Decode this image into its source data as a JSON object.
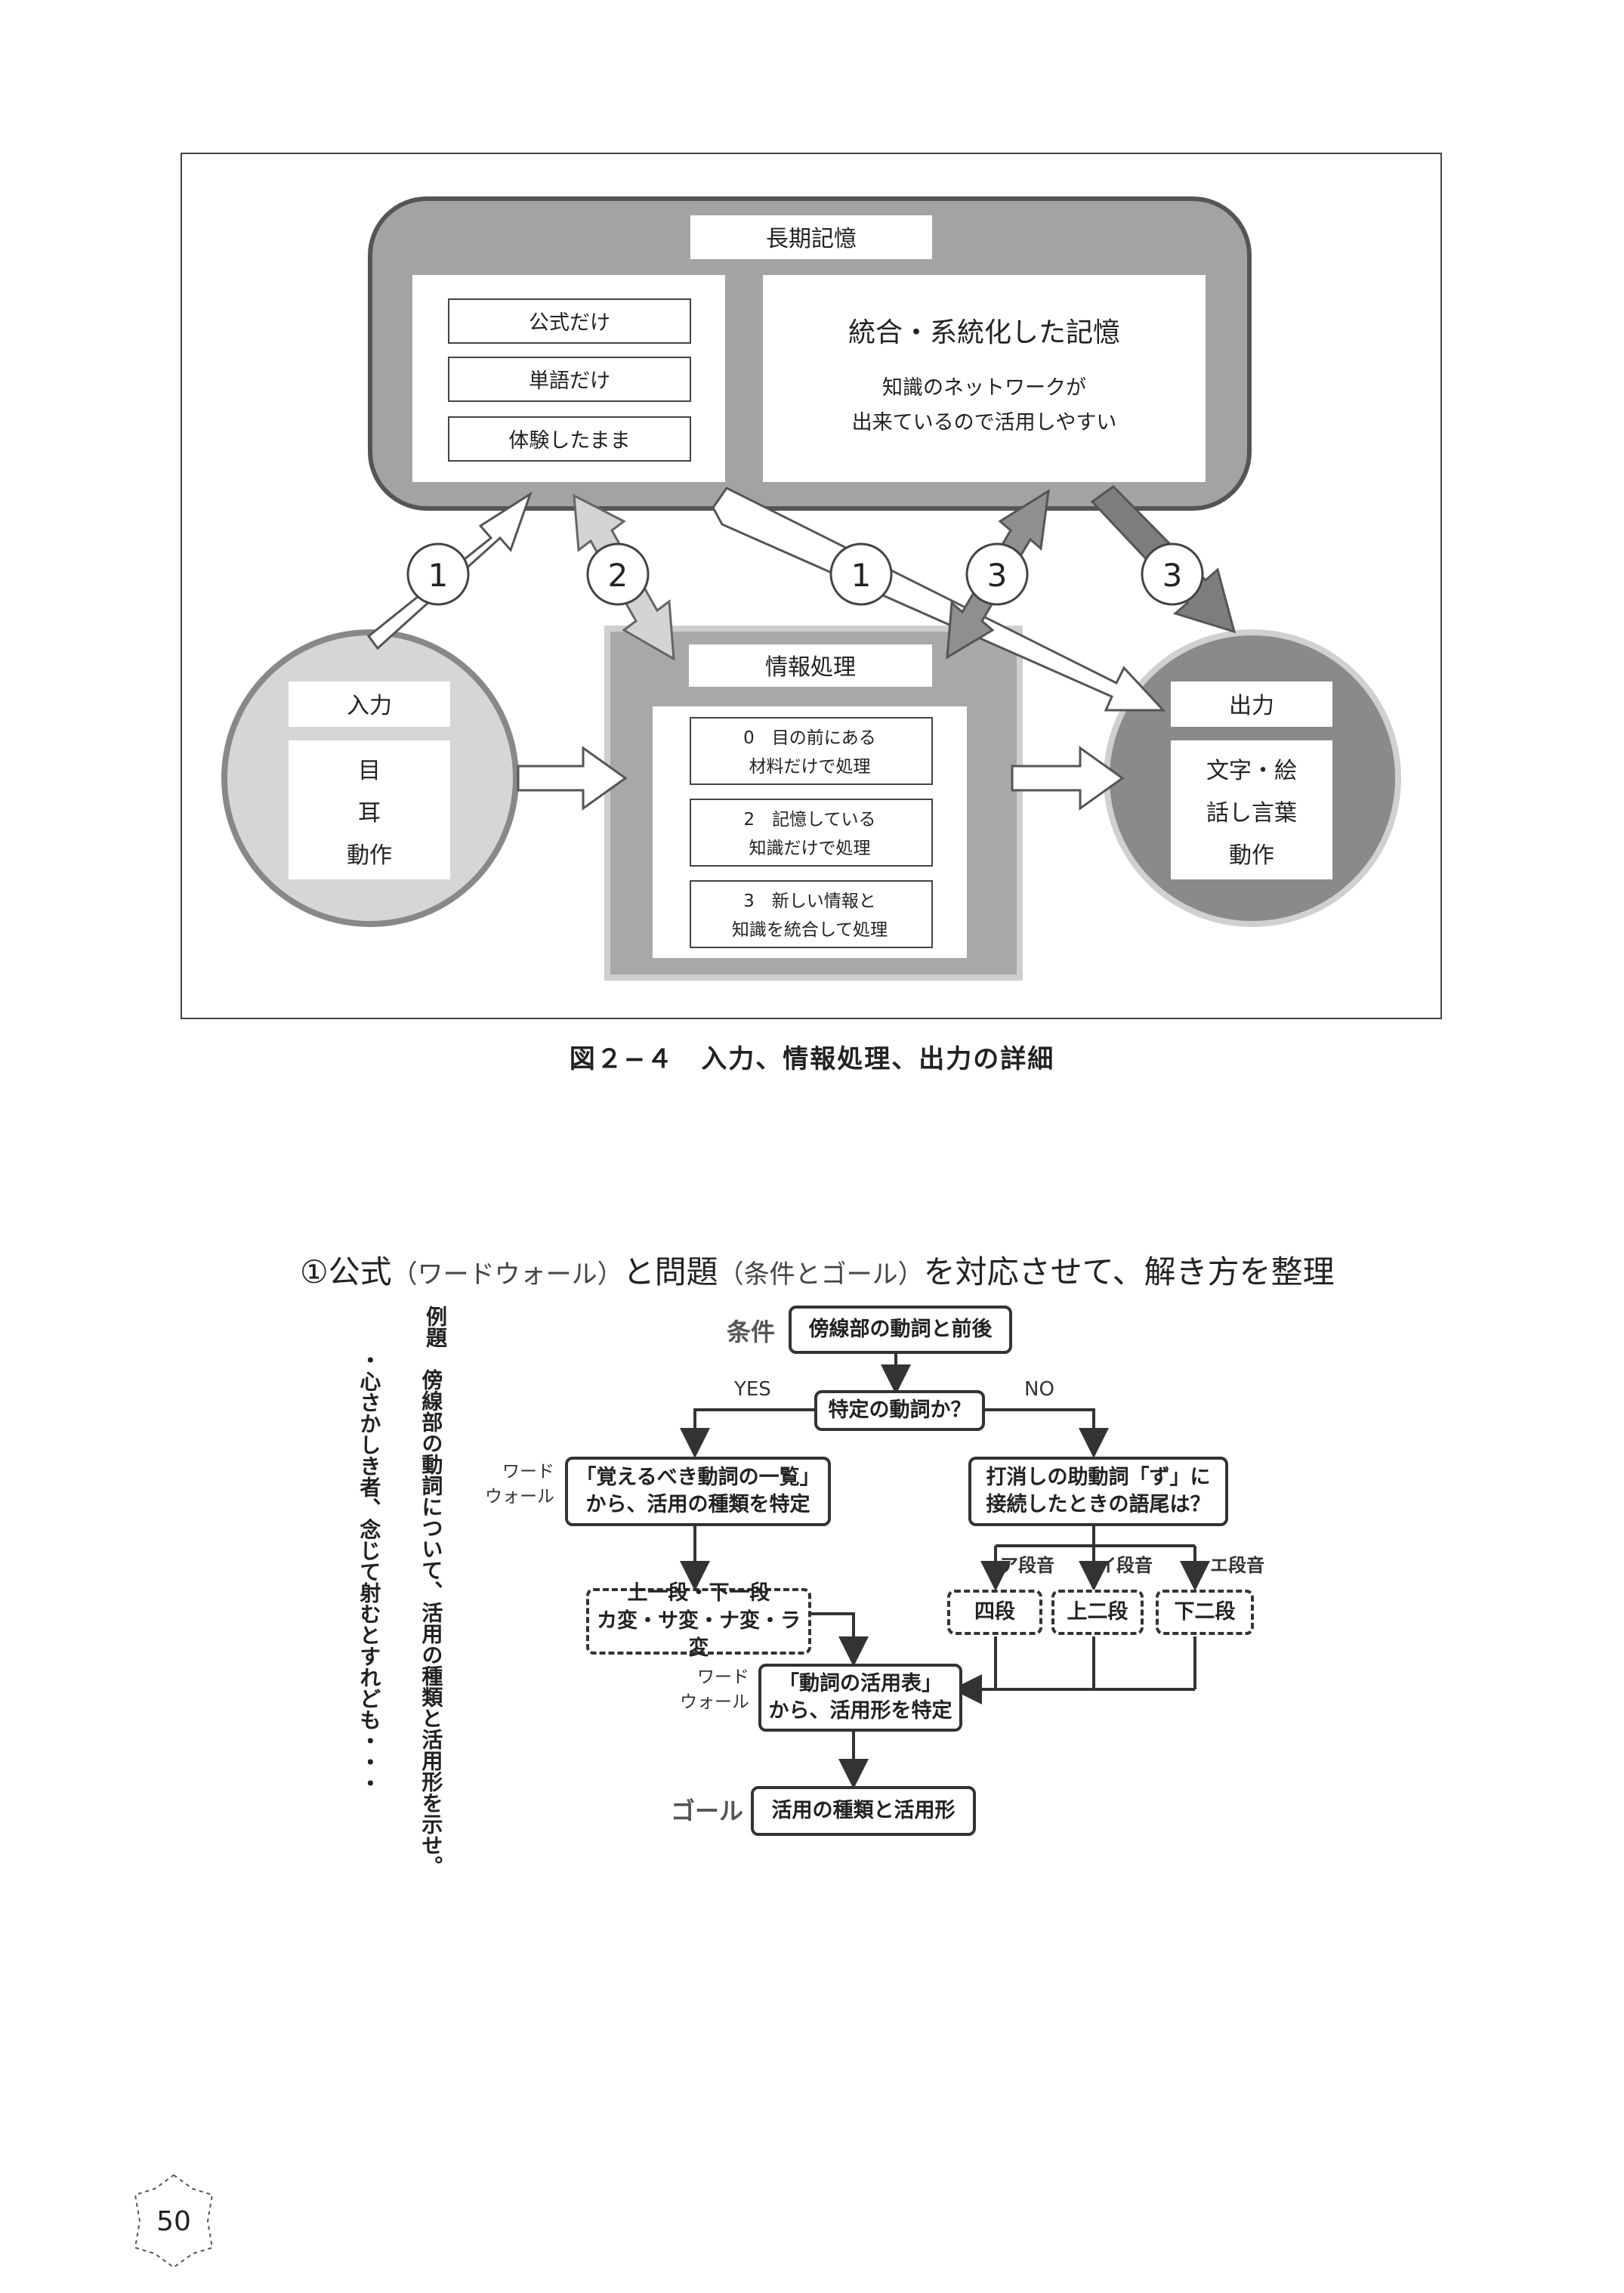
{
  "figure": {
    "long_term_memory": {
      "title": "長期記憶",
      "left_items": [
        "公式だけ",
        "単語だけ",
        "体験したまま"
      ],
      "integrated_title": "統合・系統化した記憶",
      "integrated_desc": [
        "知識のネットワークが",
        "出来ているので活用しやすい"
      ]
    },
    "input": {
      "title": "入力",
      "items": [
        "目",
        "耳",
        "動作"
      ]
    },
    "processing": {
      "title": "情報処理",
      "items": [
        [
          "0　目の前にある",
          "材料だけで処理"
        ],
        [
          "2　記憶している",
          "知識だけで処理"
        ],
        [
          "3　新しい情報と",
          "知識を統合して処理"
        ]
      ]
    },
    "output": {
      "title": "出力",
      "items": [
        "文字・絵",
        "話し言葉",
        "動作"
      ]
    },
    "badges": [
      "1",
      "2",
      "1",
      "3",
      "3"
    ],
    "caption": "図２−４　入力、情報処理、出力の詳細"
  },
  "heading": {
    "main1": "①公式",
    "sub1": "（ワードウォール）",
    "main2": "と問題",
    "sub2": "（条件とゴール）",
    "main3": "を対応させて、解き方を整理"
  },
  "example": {
    "label": "例題",
    "question": "傍線部の動詞について、活用の種類と活用形を示せ。",
    "sentence": "・心さかしき者、念じて射むとすれども・・・"
  },
  "flowchart": {
    "condition_label": "条件",
    "condition_box": "傍線部の動詞と前後",
    "question_box": "特定の動詞か？",
    "yes": "YES",
    "no": "NO",
    "wordwall1": [
      "ワード",
      "ウォール"
    ],
    "left_box": [
      "「覚えるべき動詞の一覧」",
      "から、活用の種類を特定"
    ],
    "right_box": [
      "打消しの助動詞「ず」に",
      "接続したときの語尾は？"
    ],
    "left_result": [
      "上一段・下一段",
      "カ変・サ変・ナ変・ラ変"
    ],
    "branch_labels": [
      "ア段音",
      "イ段音",
      "エ段音"
    ],
    "branch_results": [
      "四段",
      "上二段",
      "下二段"
    ],
    "wordwall2": [
      "ワード",
      "ウォール"
    ],
    "table_box": [
      "「動詞の活用表」",
      "から、活用形を特定"
    ],
    "goal_label": "ゴール",
    "goal_box": "活用の種類と活用形"
  },
  "page_number": "50"
}
